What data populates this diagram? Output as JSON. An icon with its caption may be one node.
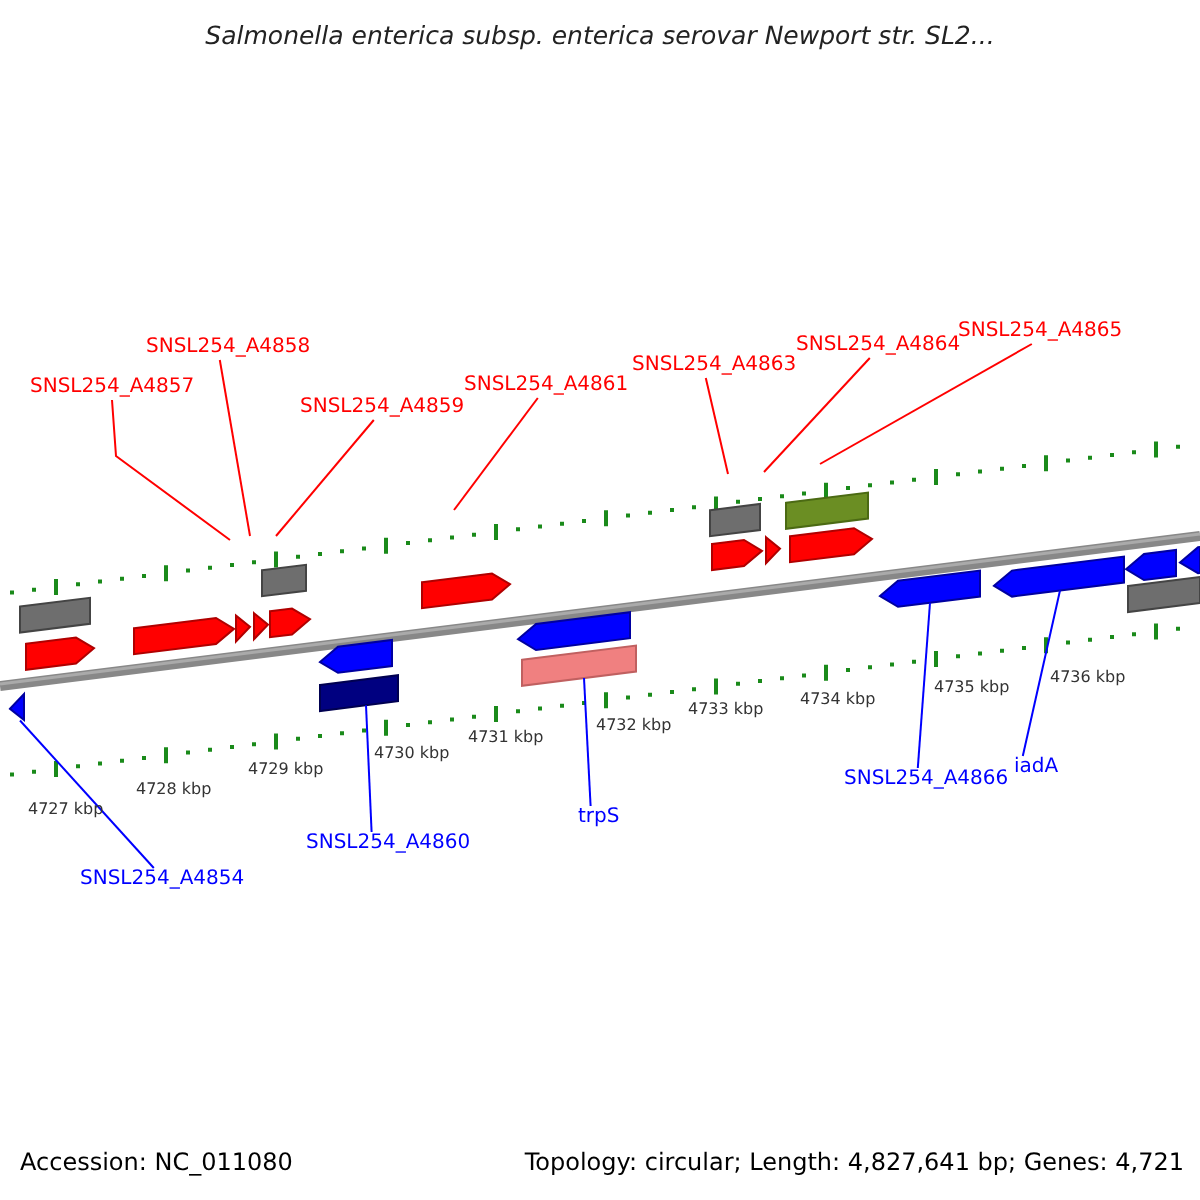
{
  "diagram": {
    "title": "Salmonella enterica subsp. enterica serovar Newport str. SL2...",
    "nodes": [
      {
        "text": [
          "SNSL254_A4857"
        ]
      },
      {
        "text": [
          "SNSL254_A4858"
        ]
      },
      {
        "text": [
          "SNSL254_A4859"
        ]
      },
      {
        "text": [
          "SNSL254_A4861"
        ]
      },
      {
        "text": [
          "SNSL254_A4863"
        ]
      },
      {
        "text": [
          "SNSL254_A4864"
        ]
      },
      {
        "text": [
          "SNSL254_A4865"
        ]
      },
      {
        "text": [
          "SNSL254_A4854"
        ]
      },
      {
        "text": [
          "SNSL254_A4860"
        ]
      },
      {
        "text": [
          "trpS"
        ]
      },
      {
        "text": [
          "SNSL254_A4866"
        ]
      },
      {
        "text": [
          "iadA"
        ]
      },
      {
        "text": [],
        "shape": "bar"
      },
      {
        "text": [],
        "shape": "bar"
      },
      {
        "text": [],
        "shape": "bar"
      },
      {
        "text": [],
        "shape": "bar"
      },
      {
        "text": [],
        "shape": "bar"
      },
      {
        "text": [],
        "shape": "bar"
      }
    ],
    "edges": [
      {
        "from": 0,
        "to": null,
        "arrow": "none"
      },
      {
        "from": 1,
        "to": null,
        "arrow": "none"
      },
      {
        "from": 2,
        "to": null,
        "arrow": "none"
      },
      {
        "from": 3,
        "to": null,
        "arrow": "none"
      },
      {
        "from": 4,
        "to": null,
        "arrow": "none"
      },
      {
        "from": 5,
        "to": null,
        "arrow": "none"
      },
      {
        "from": 6,
        "to": null,
        "arrow": "none"
      },
      {
        "from": 7,
        "to": 12,
        "arrow": "none",
        "color": "#0000ff"
      },
      {
        "from": 8,
        "to": 13,
        "arrow": "none",
        "color": "#0000ff"
      },
      {
        "from": 9,
        "to": 15,
        "arrow": "none",
        "color": "#0000ff"
      },
      {
        "from": 10,
        "to": 16,
        "arrow": "none",
        "color": "#0000ff"
      },
      {
        "from": 11,
        "to": 17,
        "arrow": "none",
        "color": "#0000ff"
      }
    ],
    "labels": [
      "4727 kbp",
      "4728 kbp",
      "4729 kbp",
      "4730 kbp",
      "4731 kbp",
      "4732 kbp",
      "4733 kbp",
      "4734 kbp",
      "4735 kbp",
      "4736 kbp",
      "Accession: NC_011080",
      "Topology: circular; Length: 4,827,641 bp; Genes: 4,721"
    ]
  }
}
